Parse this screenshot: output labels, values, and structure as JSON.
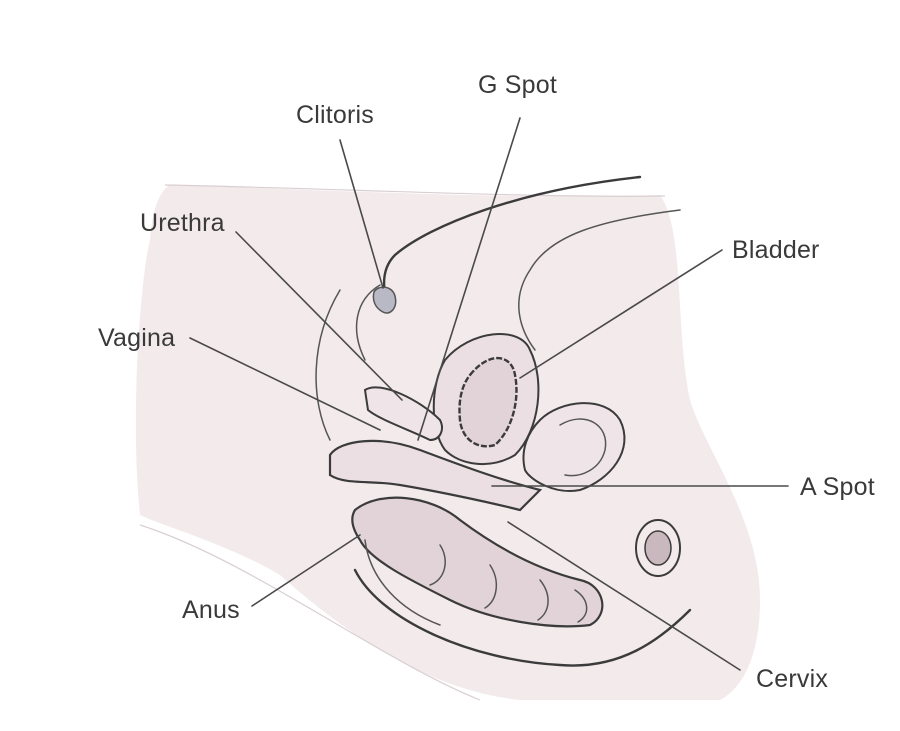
{
  "labels": {
    "clitoris": "Clitoris",
    "g_spot": "G Spot",
    "urethra": "Urethra",
    "bladder": "Bladder",
    "vagina": "Vagina",
    "a_spot": "A Spot",
    "anus": "Anus",
    "cervix": "Cervix"
  },
  "colors": {
    "body_fill": "#f3eaec",
    "organ_fill": "#ebdfe3",
    "organ_dark_fill": "#e2d3d8",
    "clitoris_fill": "#b9b9c6",
    "cervix_fill": "#c9b9bf",
    "outline": "#3b3b3b",
    "text": "#3a3a3a"
  }
}
